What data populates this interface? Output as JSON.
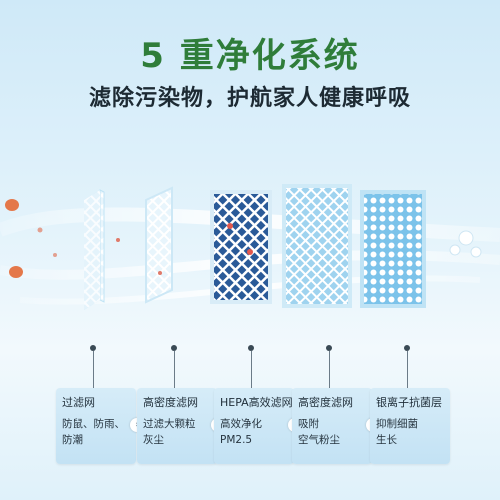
{
  "header": {
    "title": "5 重净化系统",
    "subtitle": "滤除污染物，护航家人健康呼吸"
  },
  "icons": {
    "arrow": "arrow-right-icon",
    "bubbles": "air-bubbles-icon",
    "pollutant": "pollutant-particle-icon"
  },
  "colors": {
    "title": "#2f7d3a",
    "card_bg": "#cfe8f6",
    "hepa_dark": "#234f8c",
    "filter_white": "#ffffff"
  },
  "stages": [
    {
      "name": "过滤网",
      "line1": "防鼠、防雨、",
      "line2": "防潮"
    },
    {
      "name": "高密度滤网",
      "line1": "过滤大颗粒",
      "line2": "灰尘"
    },
    {
      "name": "HEPA高效滤网",
      "line1": "高效净化",
      "line2": "PM2.5"
    },
    {
      "name": "高密度滤网",
      "line1": "吸附",
      "line2": "空气粉尘"
    },
    {
      "name": "银离子抗菌层",
      "line1": "抑制细菌",
      "line2": "生长"
    }
  ],
  "arrow_glyph": "›"
}
